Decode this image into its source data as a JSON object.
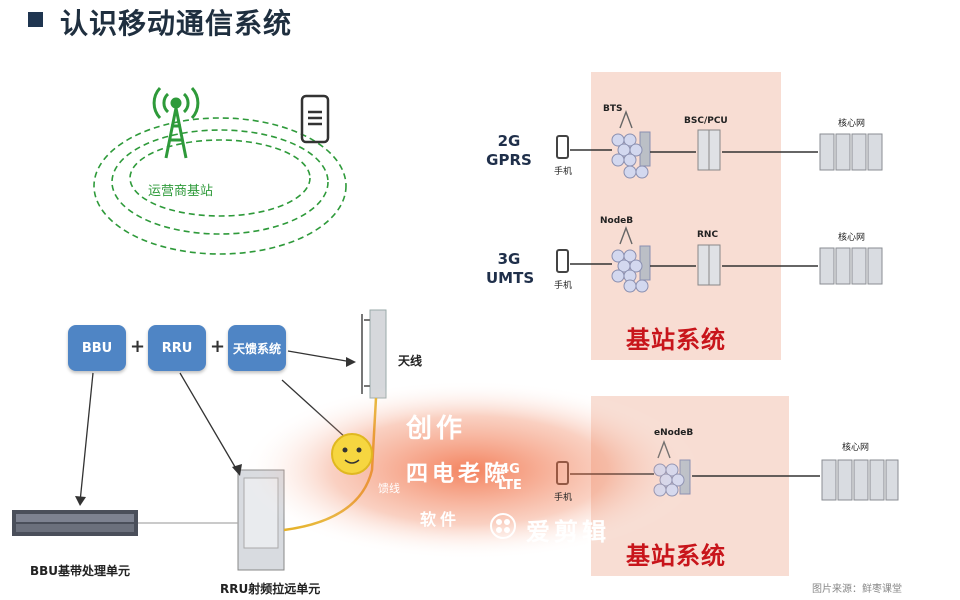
{
  "title": "认识移动通信系统",
  "left": {
    "operator_label": "运营商基站",
    "boxes": {
      "bbu": "BBU",
      "rru": "RRU",
      "antenna_feed": "天馈系统",
      "plus": "+"
    },
    "antenna_label": "天线",
    "feeder_label": "馈线",
    "bbu_caption": "BBU基带处理单元",
    "rru_caption": "RRU射频拉远单元"
  },
  "right": {
    "rows": [
      {
        "gen": "2G",
        "tech": "GPRS",
        "phone": "手机",
        "bts": "BTS",
        "ctrl": "BSC/PCU",
        "core": "核心网"
      },
      {
        "gen": "3G",
        "tech": "UMTS",
        "phone": "手机",
        "bts": "NodeB",
        "ctrl": "RNC",
        "core": "核心网"
      },
      {
        "gen": "4G",
        "tech": "LTE",
        "phone": "手机",
        "bts": "eNodeB",
        "core": "核心网"
      }
    ],
    "station_system_top": "基站系统",
    "station_system_bottom": "基站系统"
  },
  "overlay": {
    "line1": "创作",
    "line2": "四电老陈",
    "line3": "软件",
    "brand": "爱剪辑"
  },
  "source": "图片来源：鲜枣课堂",
  "colors": {
    "box_blue": "#4f85c5",
    "panel_pink": "#f8ddd3",
    "system_red": "#c8151b",
    "tower_green": "#2e9a3a"
  }
}
